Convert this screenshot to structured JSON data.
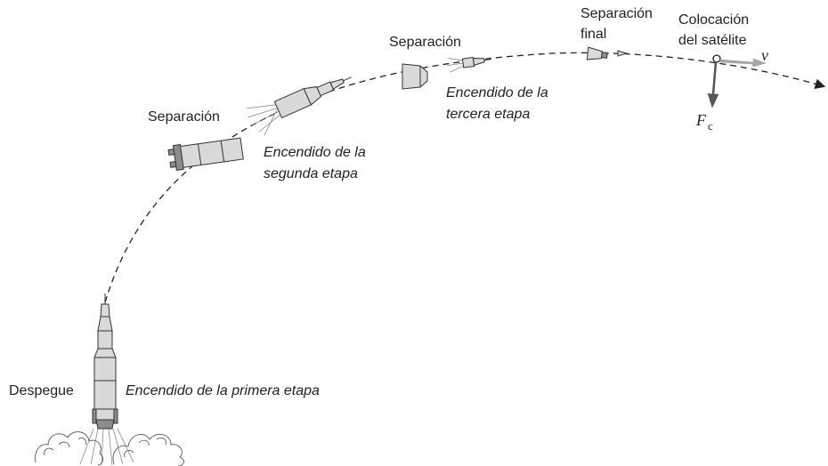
{
  "labels": {
    "liftoff": "Despegue",
    "first_stage_ignition": "Encendido de la primera etapa",
    "separation_1": "Separación",
    "second_stage_ignition_line1": "Encendido de la",
    "second_stage_ignition_line2": "segunda etapa",
    "separation_2": "Separación",
    "third_stage_ignition_line1": "Encendido de la",
    "third_stage_ignition_line2": "tercera etapa",
    "final_separation_line1": "Separación",
    "final_separation_line2": "final",
    "satellite_placement_line1": "Colocación",
    "satellite_placement_line2": "del satélite"
  },
  "vectors": {
    "velocity_symbol": "v",
    "force_symbol": "F",
    "force_subscript": "c"
  },
  "colors": {
    "text": "#222222",
    "vector_velocity": "#a6a6a6",
    "vector_force": "#595959"
  }
}
